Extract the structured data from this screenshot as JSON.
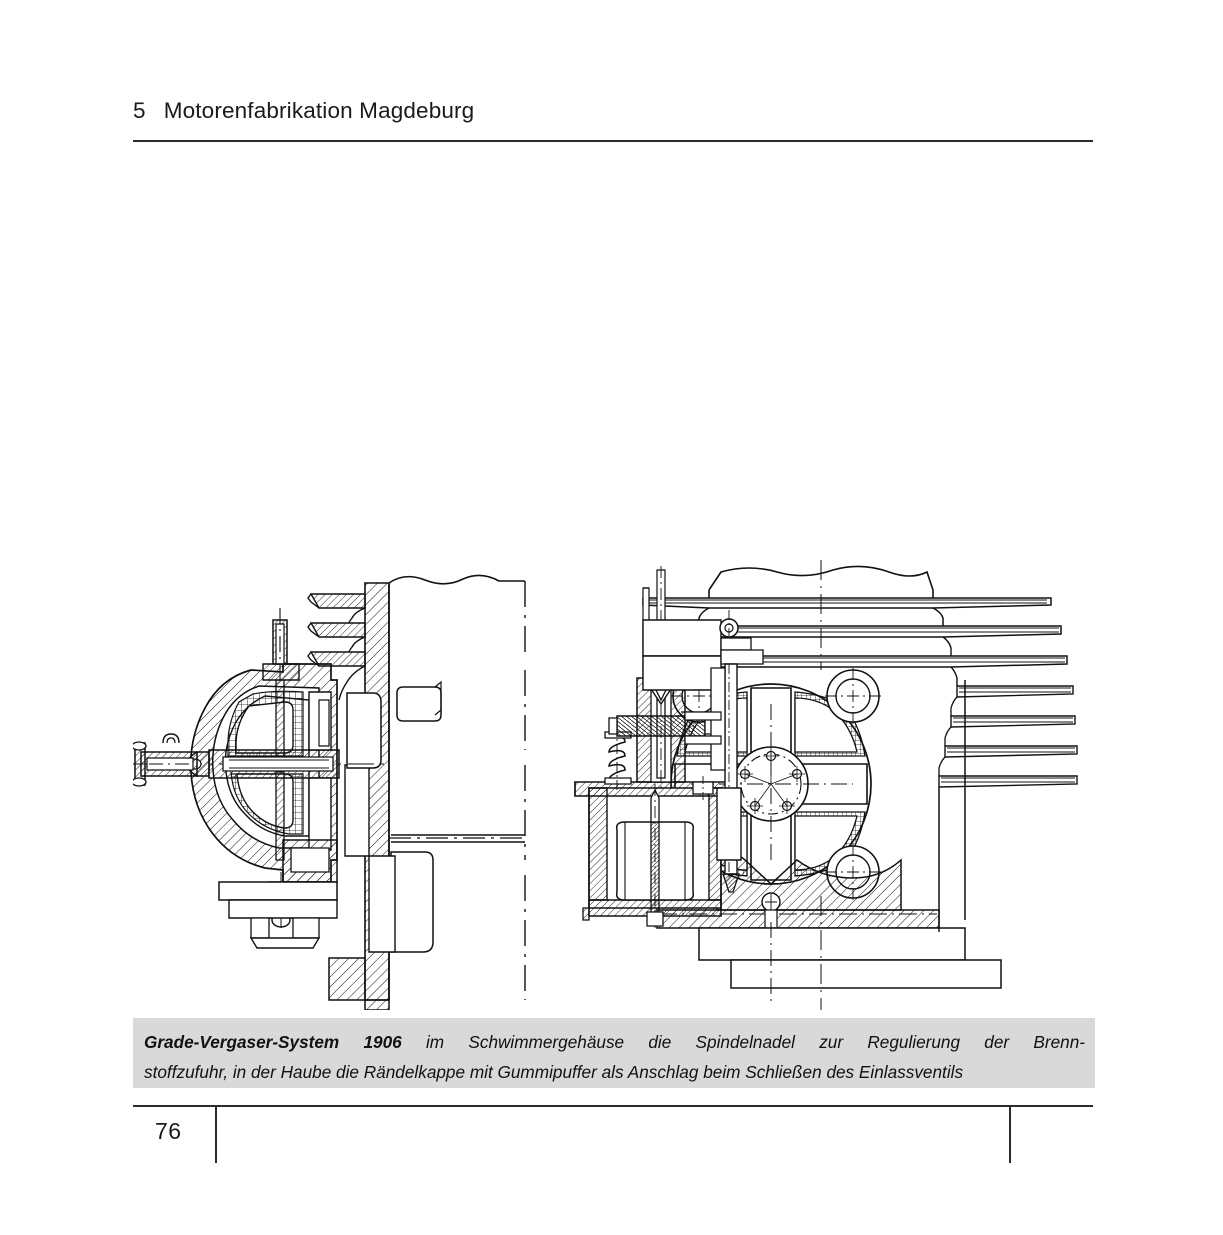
{
  "document": {
    "page_number": "76"
  },
  "running_head": {
    "chapter_number": "5",
    "chapter_title": "Motorenfabrikation Magdeburg"
  },
  "figure": {
    "name": "grade-vergaser-system-1906-sectional-drawings",
    "description": "Zwei technische Schnittzeichnungen: links Vergaser mit Zylinderkopf im Schnitt, rechts Zylinder mit Schwimmergehaeuse und Kurbelgehaeuse im Schnitt",
    "panels": [
      {
        "id": "left-panel",
        "name": "carburettor-section-view",
        "label": "Vergaser im Laengsschnitt mit Zylinderrippen"
      },
      {
        "id": "right-panel",
        "name": "cylinder-float-chamber-section-view",
        "label": "Zylinder mit Schwimmergehaeuse und Spindelnadel im Schnitt"
      }
    ]
  },
  "caption": {
    "lead": "Grade-Vergaser-System 1906",
    "line1_rest": "im Schwimmergehäuse die Spindelnadel zur Regulierung der Brenn-",
    "line2": "stoffzufuhr, in der Haube die Rändelkappe mit Gummipuffer als Anschlag beim Schließen des Einlassventils"
  },
  "colors": {
    "rule": "#2b2b2b",
    "caption_background": "#d9d9d9",
    "text": "#111111",
    "page_background": "#ffffff",
    "drawing_ink": "#111111"
  }
}
